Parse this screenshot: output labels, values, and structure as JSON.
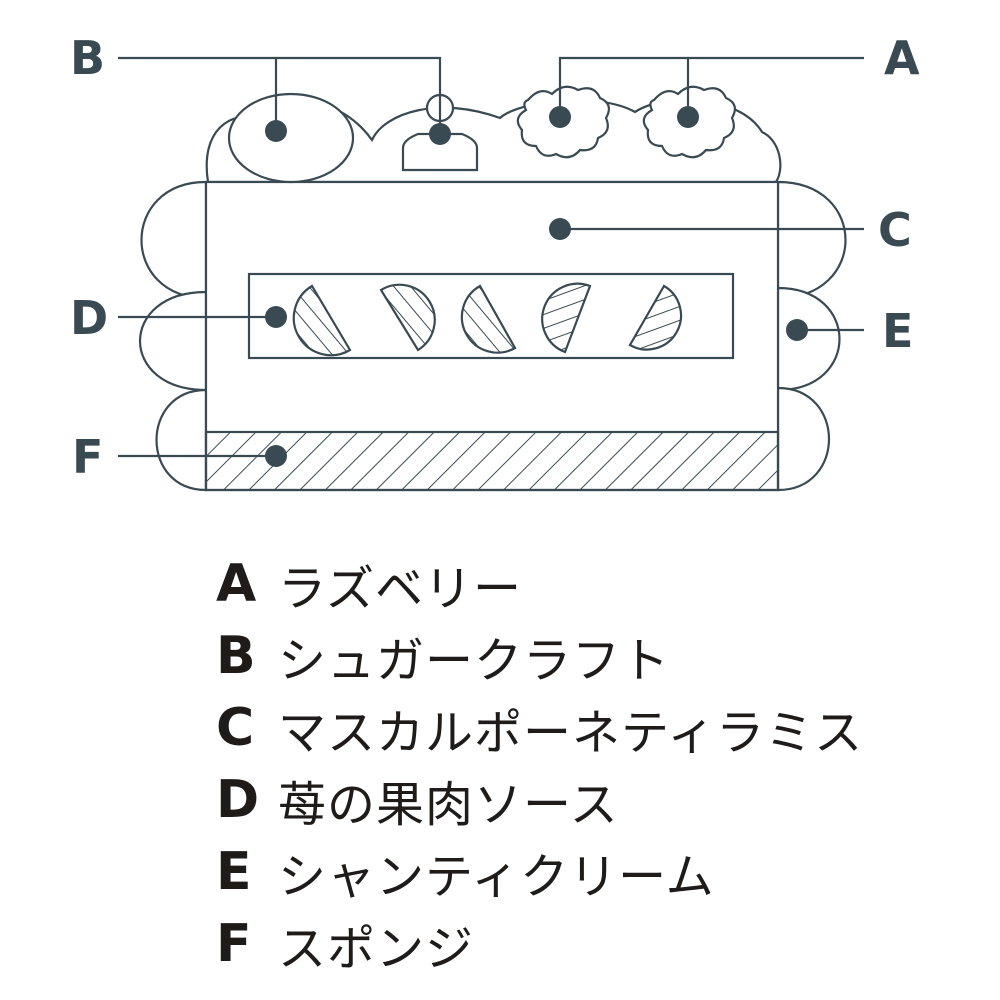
{
  "callouts": {
    "a": "A",
    "b": "B",
    "c": "C",
    "d": "D",
    "e": "E",
    "f": "F"
  },
  "legend": [
    {
      "key": "A",
      "label": "ラズベリー"
    },
    {
      "key": "B",
      "label": "シュガークラフト"
    },
    {
      "key": "C",
      "label": "マスカルポーネティラミス"
    },
    {
      "key": "D",
      "label": "苺の果肉ソース"
    },
    {
      "key": "E",
      "label": "シャンティクリーム"
    },
    {
      "key": "F",
      "label": "スポンジ"
    }
  ],
  "colors": {
    "line": "#3a4a53",
    "legend_text": "#1e1b18"
  }
}
